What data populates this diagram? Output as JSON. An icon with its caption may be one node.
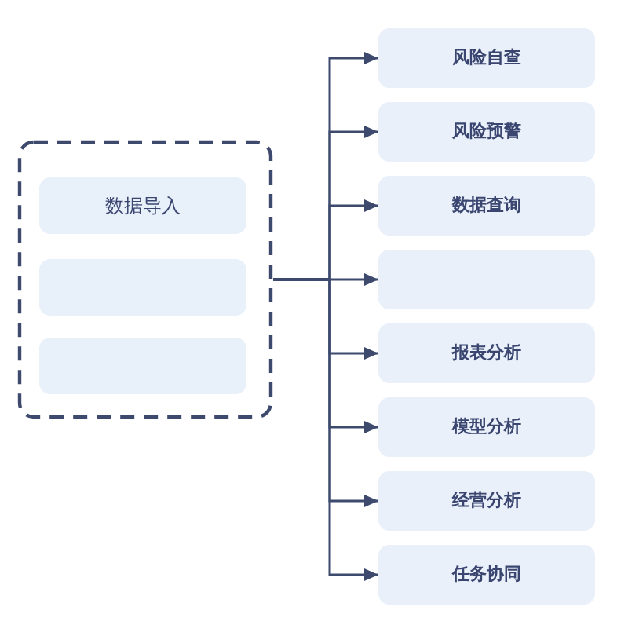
{
  "diagram": {
    "nodes": [
      {
        "text": [],
        "shape": "box"
      },
      {
        "text": [
          "数据导入"
        ],
        "in": 0
      },
      {
        "text": [],
        "shape": "box",
        "in": 0
      },
      {
        "text": [],
        "shape": "box",
        "in": 0
      },
      {
        "text": [
          "风险自查"
        ]
      },
      {
        "text": [
          "风险预警"
        ]
      },
      {
        "text": [
          "数据查询"
        ]
      },
      {
        "text": [],
        "shape": "box"
      },
      {
        "text": [
          "报表分析"
        ]
      },
      {
        "text": [
          "模型分析"
        ]
      },
      {
        "text": [
          "经营分析"
        ]
      },
      {
        "text": [
          "任务协同"
        ]
      }
    ],
    "edges": [
      {
        "from": 0,
        "to": 4,
        "arrow": "to"
      },
      {
        "from": 0,
        "to": 5,
        "arrow": "to"
      },
      {
        "from": 0,
        "to": 6,
        "arrow": "to"
      },
      {
        "from": 0,
        "to": 7,
        "arrow": "to"
      },
      {
        "from": 0,
        "to": 8,
        "arrow": "to"
      },
      {
        "from": 0,
        "to": 9,
        "arrow": "to"
      },
      {
        "from": 0,
        "to": 10,
        "arrow": "to"
      },
      {
        "from": 0,
        "to": 11,
        "arrow": "to"
      }
    ]
  }
}
